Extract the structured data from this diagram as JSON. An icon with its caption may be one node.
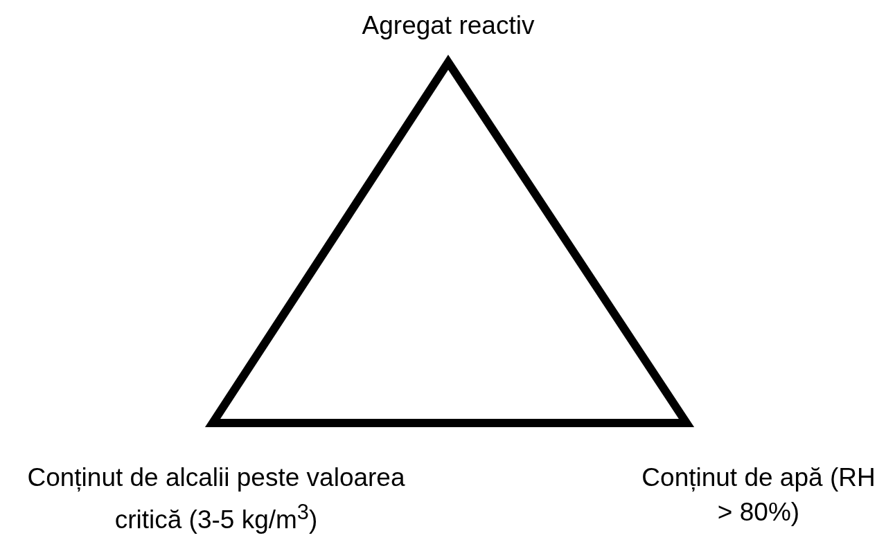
{
  "diagram": {
    "labels": [
      "Agregat reactiv",
      "Conținut de alcalii peste valoarea critică (3-5 kg/m$^{3}$)",
      "Conținut de apă (RH > 80%)"
    ]
  }
}
